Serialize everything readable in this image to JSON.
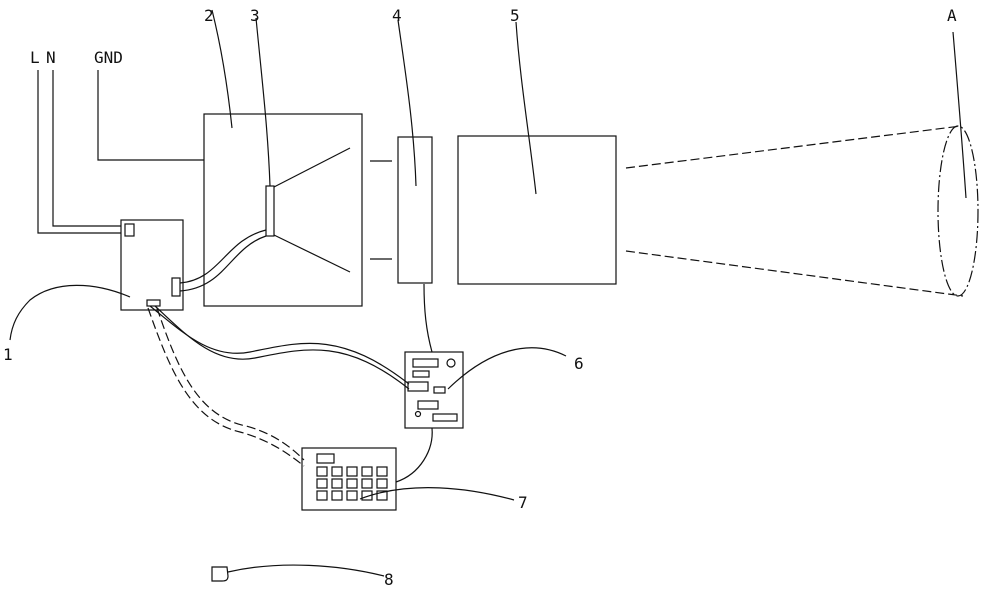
{
  "labels": {
    "l": "L",
    "n": "N",
    "gnd": "GND",
    "n1": "1",
    "n2": "2",
    "n3": "3",
    "n4": "4",
    "n5": "5",
    "n6": "6",
    "n7": "7",
    "n8": "8",
    "a": "A"
  },
  "colors": {
    "line": "#111111",
    "background": "#ffffff"
  }
}
